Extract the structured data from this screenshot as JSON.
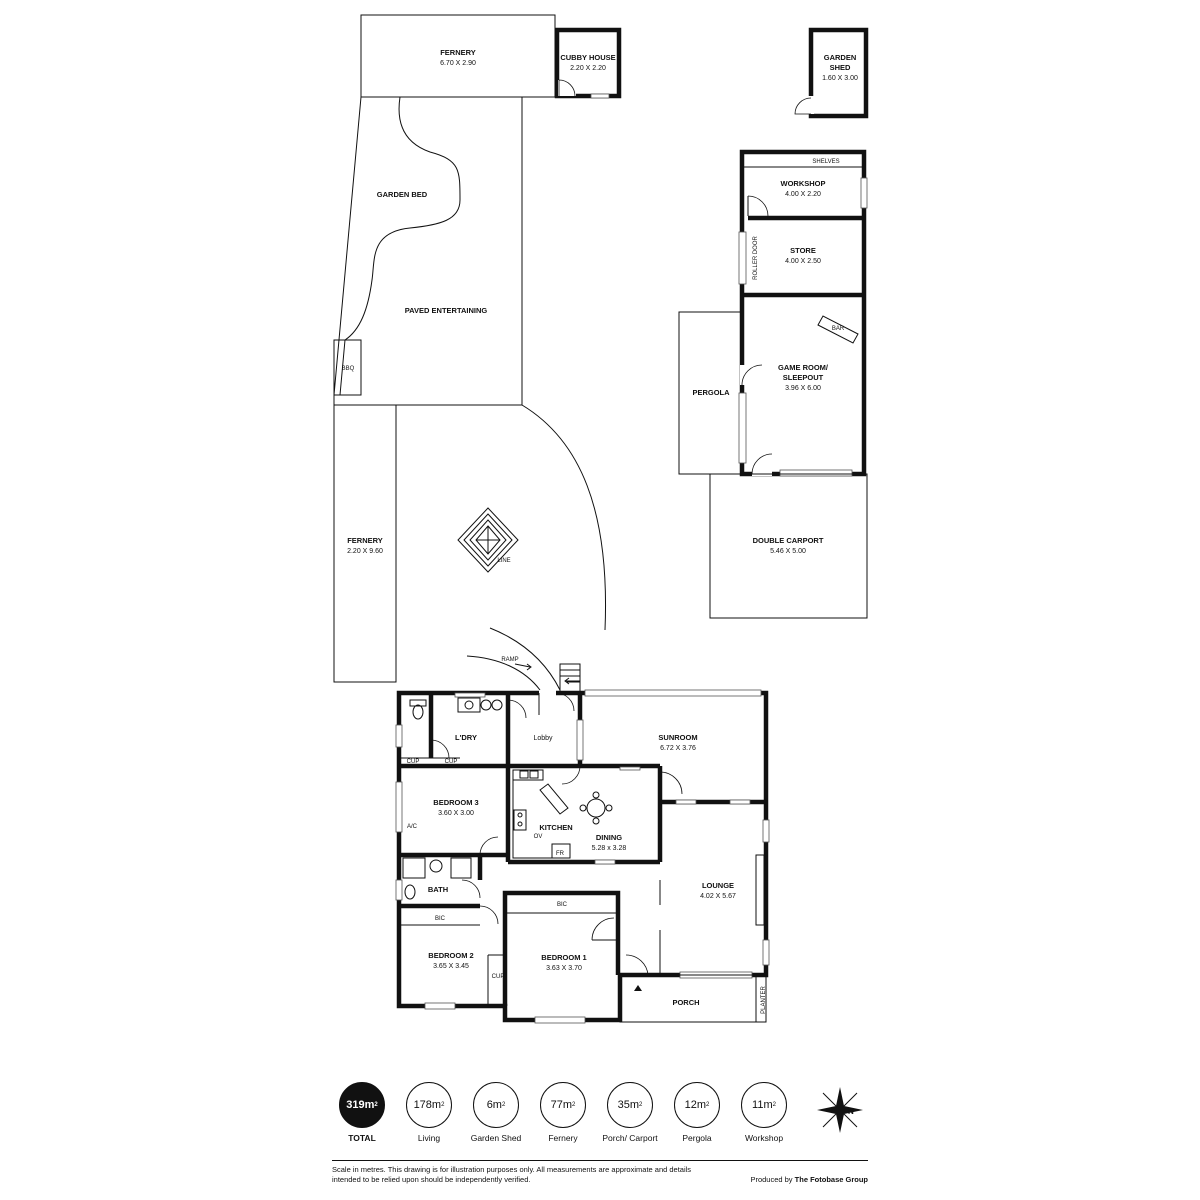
{
  "rooms": {
    "fernery_top": {
      "name": "FERNERY",
      "dims": "6.70 X 2.90"
    },
    "cubby_house": {
      "name": "CUBBY HOUSE",
      "dims": "2.20 X 2.20"
    },
    "garden_shed": {
      "name_line1": "GARDEN",
      "name_line2": "SHED",
      "dims": "1.60 X 3.00"
    },
    "garden_bed": {
      "name": "GARDEN BED"
    },
    "paved_entertaining": {
      "name": "PAVED ENTERTAINING"
    },
    "bbq": {
      "name": "BBQ"
    },
    "shelves": {
      "name": "SHELVES"
    },
    "workshop": {
      "name": "WORKSHOP",
      "dims": "4.00 X 2.20"
    },
    "store": {
      "name": "STORE",
      "dims": "4.00 X 2.50"
    },
    "roller_door": {
      "name": "ROLLER DOOR"
    },
    "bar": {
      "name": "BAR"
    },
    "game_room": {
      "name_line1": "GAME ROOM/",
      "name_line2": "SLEEPOUT",
      "dims": "3.96 X 6.00"
    },
    "pergola": {
      "name": "PERGOLA"
    },
    "double_carport": {
      "name": "DOUBLE CARPORT",
      "dims": "5.46 X 5.00"
    },
    "fernery_side": {
      "name": "FERNERY",
      "dims": "2.20 X 9.60"
    },
    "line": {
      "name": "LINE"
    },
    "ramp": {
      "name": "RAMP"
    },
    "laundry": {
      "name": "L'DRY"
    },
    "lobby": {
      "name": "Lobby"
    },
    "cup1": {
      "name": "CUP"
    },
    "cup2": {
      "name": "CUP"
    },
    "cup3": {
      "name": "CUP"
    },
    "sunroom": {
      "name": "SUNROOM",
      "dims": "6.72 X 3.76"
    },
    "bedroom3": {
      "name": "BEDROOM 3",
      "dims": "3.60 X 3.00"
    },
    "ac": {
      "name": "A/C"
    },
    "kitchen": {
      "name": "KITCHEN"
    },
    "ov": {
      "name": "OV"
    },
    "fr": {
      "name": "FR"
    },
    "dining": {
      "name": "DINING",
      "dims": "5.28 x 3.28"
    },
    "bath": {
      "name": "BATH"
    },
    "lounge": {
      "name": "LOUNGE",
      "dims": "4.02 X 5.67"
    },
    "bic1": {
      "name": "BIC"
    },
    "bic2": {
      "name": "BIC"
    },
    "bedroom2": {
      "name": "BEDROOM 2",
      "dims": "3.65 X 3.45"
    },
    "bedroom1": {
      "name": "BEDROOM 1",
      "dims": "3.63 X 3.70"
    },
    "porch": {
      "name": "PORCH"
    },
    "planter": {
      "name": "PLANTER"
    }
  },
  "areas": [
    {
      "value": "319m",
      "sup": "2",
      "caption": "TOTAL",
      "highlight": true
    },
    {
      "value": "178m",
      "sup": "2",
      "caption": "Living",
      "highlight": false
    },
    {
      "value": "6m",
      "sup": "2",
      "caption": "Garden Shed",
      "highlight": false
    },
    {
      "value": "77m",
      "sup": "2",
      "caption": "Fernery",
      "highlight": false
    },
    {
      "value": "35m",
      "sup": "2",
      "caption": "Porch/ Carport",
      "highlight": false
    },
    {
      "value": "12m",
      "sup": "2",
      "caption": "Pergola",
      "highlight": false
    },
    {
      "value": "11m",
      "sup": "2",
      "caption": "Workshop",
      "highlight": false
    }
  ],
  "compass": {
    "letter": "N"
  },
  "footer": {
    "disclaimer": "Scale in metres. This drawing is for illustration purposes only. All measurements are approximate and details intended to be relied upon should be independently verified.",
    "producer_prefix": "Produced by",
    "producer_name": "The Fotobase Group"
  }
}
